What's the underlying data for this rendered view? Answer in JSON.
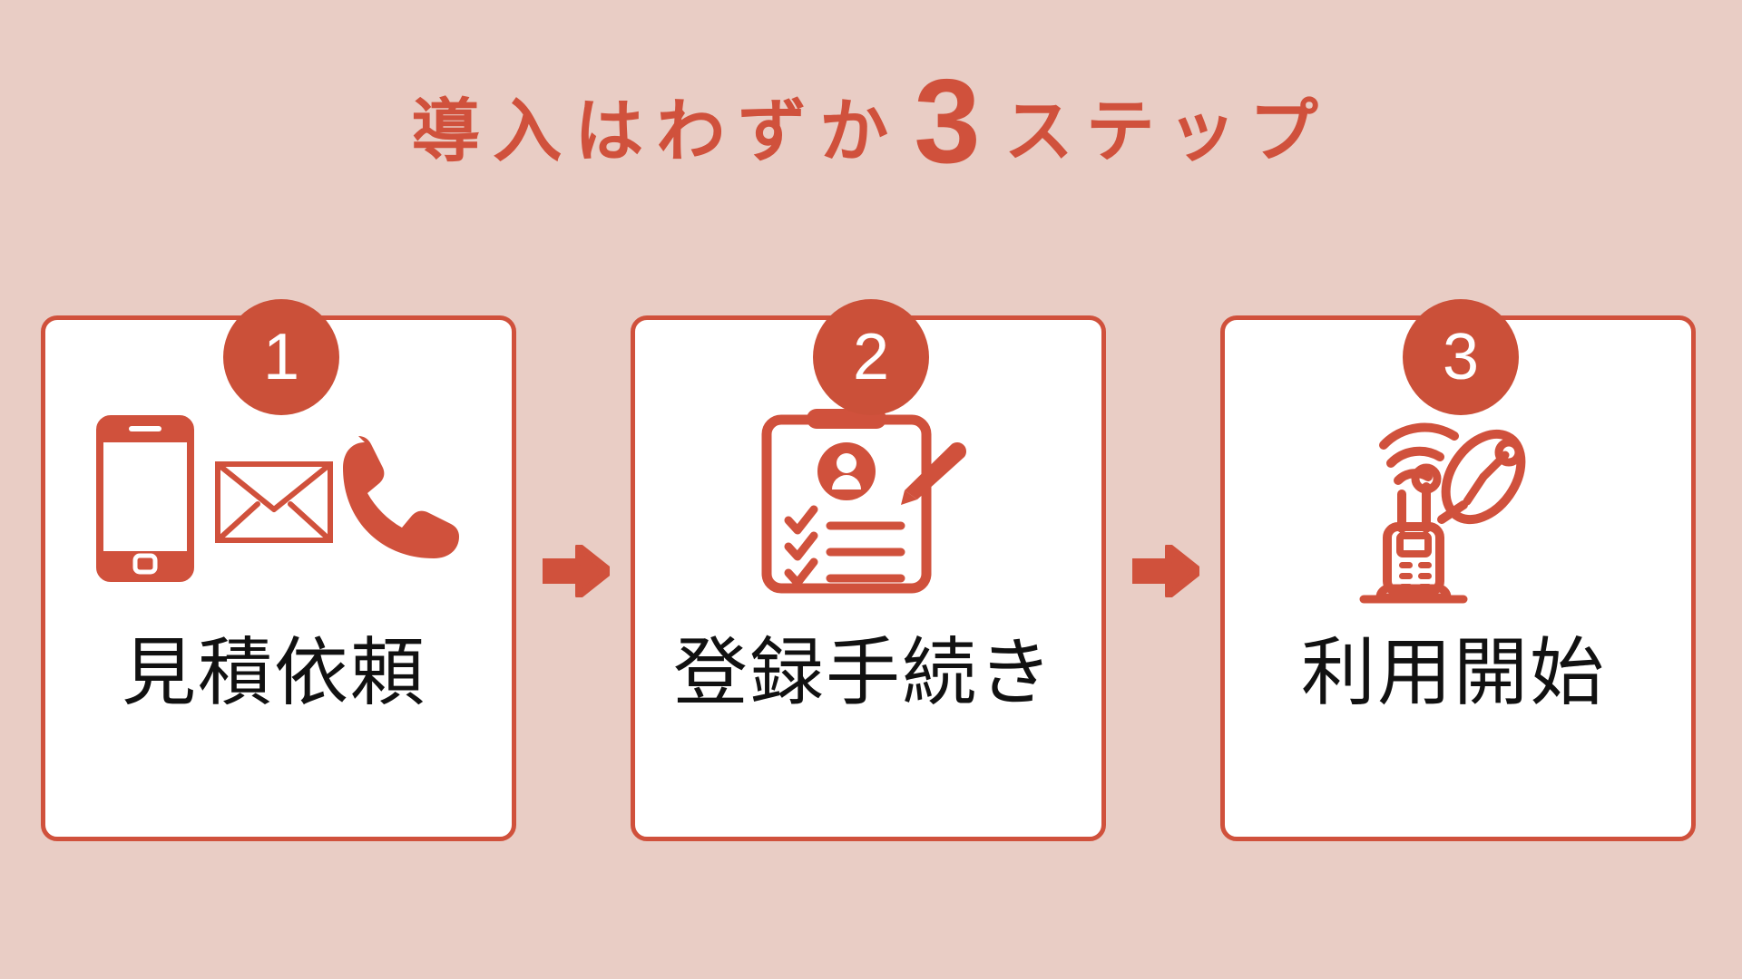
{
  "theme": {
    "background": "#e9cdc5",
    "accent": "#d0513c",
    "badge": "#cb5039",
    "card_bg": "#ffffff",
    "label_color": "#111111"
  },
  "title": {
    "lead": "導入はわずか",
    "number": "3",
    "trail": "ステップ",
    "full": "導入はわずか 3 ステップ"
  },
  "steps": [
    {
      "badge": "1",
      "label": "見積依頼",
      "icons": [
        "smartphone-icon",
        "envelope-icon",
        "phone-handset-icon"
      ]
    },
    {
      "badge": "2",
      "label": "登録手続き",
      "icons": [
        "clipboard-form-icon",
        "pencil-icon",
        "person-avatar-icon",
        "checklist-icon"
      ]
    },
    {
      "badge": "3",
      "label": "利用開始",
      "icons": [
        "cordless-phone-icon",
        "satellite-dish-icon",
        "signal-waves-icon"
      ]
    }
  ],
  "connectors": [
    {
      "name": "arrow-right-icon",
      "glyph": "→"
    },
    {
      "name": "arrow-right-icon",
      "glyph": "→"
    }
  ]
}
